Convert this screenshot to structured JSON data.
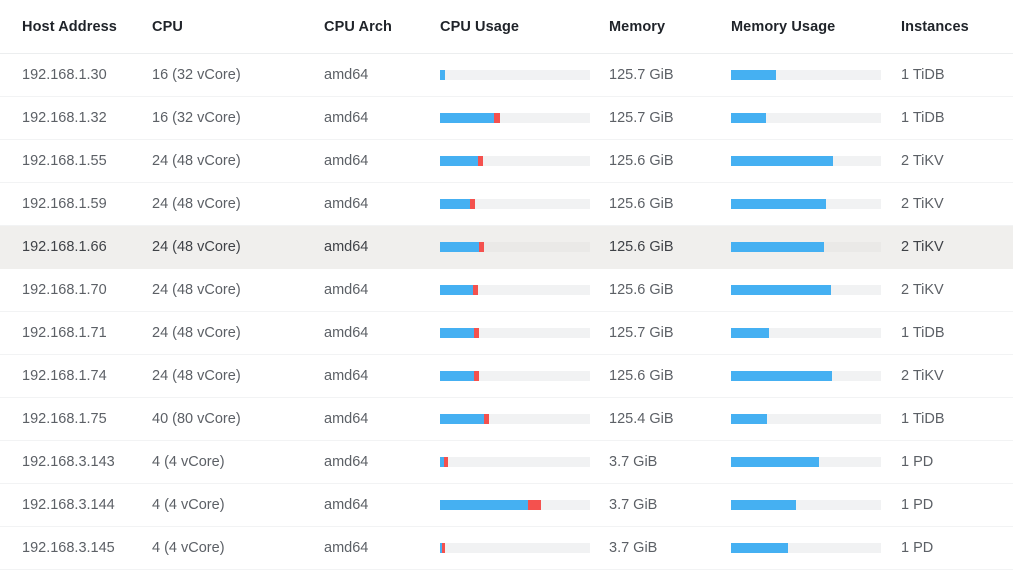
{
  "table": {
    "name": "host-table",
    "columns": [
      {
        "key": "host_address",
        "label": "Host Address"
      },
      {
        "key": "cpu",
        "label": "CPU"
      },
      {
        "key": "cpu_arch",
        "label": "CPU Arch"
      },
      {
        "key": "cpu_usage",
        "label": "CPU Usage"
      },
      {
        "key": "memory",
        "label": "Memory"
      },
      {
        "key": "memory_usage",
        "label": "Memory Usage"
      },
      {
        "key": "instances",
        "label": "Instances"
      }
    ],
    "colors": {
      "bar_primary": "#45b0f2",
      "bar_danger": "#f4514e",
      "bar_track": "#f1f2f3",
      "row_highlight": "#f0efed",
      "header_text": "#1f2329",
      "cell_text": "#5c6066",
      "row_divider": "#f2f3f4"
    },
    "rows": [
      {
        "host_address": "192.168.1.30",
        "cpu": "16 (32 vCore)",
        "cpu_arch": "amd64",
        "cpu_usage": {
          "primary_pct": 3.0,
          "danger_pct": 0.0
        },
        "memory": "125.7 GiB",
        "memory_usage": {
          "primary_pct": 30.0,
          "danger_pct": 0.0
        },
        "instances": "1 TiDB",
        "highlighted": false
      },
      {
        "host_address": "192.168.1.32",
        "cpu": "16 (32 vCore)",
        "cpu_arch": "amd64",
        "cpu_usage": {
          "primary_pct": 36.0,
          "danger_pct": 4.0
        },
        "memory": "125.7 GiB",
        "memory_usage": {
          "primary_pct": 23.5,
          "danger_pct": 0.0
        },
        "instances": "1 TiDB",
        "highlighted": false
      },
      {
        "host_address": "192.168.1.55",
        "cpu": "24 (48 vCore)",
        "cpu_arch": "amd64",
        "cpu_usage": {
          "primary_pct": 25.0,
          "danger_pct": 3.5
        },
        "memory": "125.6 GiB",
        "memory_usage": {
          "primary_pct": 68.0,
          "danger_pct": 0.0
        },
        "instances": "2 TiKV",
        "highlighted": false
      },
      {
        "host_address": "192.168.1.59",
        "cpu": "24 (48 vCore)",
        "cpu_arch": "amd64",
        "cpu_usage": {
          "primary_pct": 20.0,
          "danger_pct": 3.0
        },
        "memory": "125.6 GiB",
        "memory_usage": {
          "primary_pct": 63.0,
          "danger_pct": 0.0
        },
        "instances": "2 TiKV",
        "highlighted": false
      },
      {
        "host_address": "192.168.1.66",
        "cpu": "24 (48 vCore)",
        "cpu_arch": "amd64",
        "cpu_usage": {
          "primary_pct": 26.0,
          "danger_pct": 3.0
        },
        "memory": "125.6 GiB",
        "memory_usage": {
          "primary_pct": 62.0,
          "danger_pct": 0.0
        },
        "instances": "2 TiKV",
        "highlighted": true
      },
      {
        "host_address": "192.168.1.70",
        "cpu": "24 (48 vCore)",
        "cpu_arch": "amd64",
        "cpu_usage": {
          "primary_pct": 22.0,
          "danger_pct": 3.0
        },
        "memory": "125.6 GiB",
        "memory_usage": {
          "primary_pct": 66.5,
          "danger_pct": 0.0
        },
        "instances": "2 TiKV",
        "highlighted": false
      },
      {
        "host_address": "192.168.1.71",
        "cpu": "24 (48 vCore)",
        "cpu_arch": "amd64",
        "cpu_usage": {
          "primary_pct": 22.5,
          "danger_pct": 3.5
        },
        "memory": "125.7 GiB",
        "memory_usage": {
          "primary_pct": 25.5,
          "danger_pct": 0.0
        },
        "instances": "1 TiDB",
        "highlighted": false
      },
      {
        "host_address": "192.168.1.74",
        "cpu": "24 (48 vCore)",
        "cpu_arch": "amd64",
        "cpu_usage": {
          "primary_pct": 22.5,
          "danger_pct": 3.5
        },
        "memory": "125.6 GiB",
        "memory_usage": {
          "primary_pct": 67.0,
          "danger_pct": 0.0
        },
        "instances": "2 TiKV",
        "highlighted": false
      },
      {
        "host_address": "192.168.1.75",
        "cpu": "40 (80 vCore)",
        "cpu_arch": "amd64",
        "cpu_usage": {
          "primary_pct": 29.0,
          "danger_pct": 3.5
        },
        "memory": "125.4 GiB",
        "memory_usage": {
          "primary_pct": 24.0,
          "danger_pct": 0.0
        },
        "instances": "1 TiDB",
        "highlighted": false
      },
      {
        "host_address": "192.168.3.143",
        "cpu": "4 (4 vCore)",
        "cpu_arch": "amd64",
        "cpu_usage": {
          "primary_pct": 2.5,
          "danger_pct": 2.5
        },
        "memory": "3.7 GiB",
        "memory_usage": {
          "primary_pct": 58.5,
          "danger_pct": 0.0
        },
        "instances": "1 PD",
        "highlighted": false
      },
      {
        "host_address": "192.168.3.144",
        "cpu": "4 (4 vCore)",
        "cpu_arch": "amd64",
        "cpu_usage": {
          "primary_pct": 58.5,
          "danger_pct": 8.5
        },
        "memory": "3.7 GiB",
        "memory_usage": {
          "primary_pct": 43.5,
          "danger_pct": 0.0
        },
        "instances": "1 PD",
        "highlighted": false
      },
      {
        "host_address": "192.168.3.145",
        "cpu": "4 (4 vCore)",
        "cpu_arch": "amd64",
        "cpu_usage": {
          "primary_pct": 1.5,
          "danger_pct": 1.5
        },
        "memory": "3.7 GiB",
        "memory_usage": {
          "primary_pct": 38.0,
          "danger_pct": 0.0
        },
        "instances": "1 PD",
        "highlighted": false
      }
    ]
  }
}
